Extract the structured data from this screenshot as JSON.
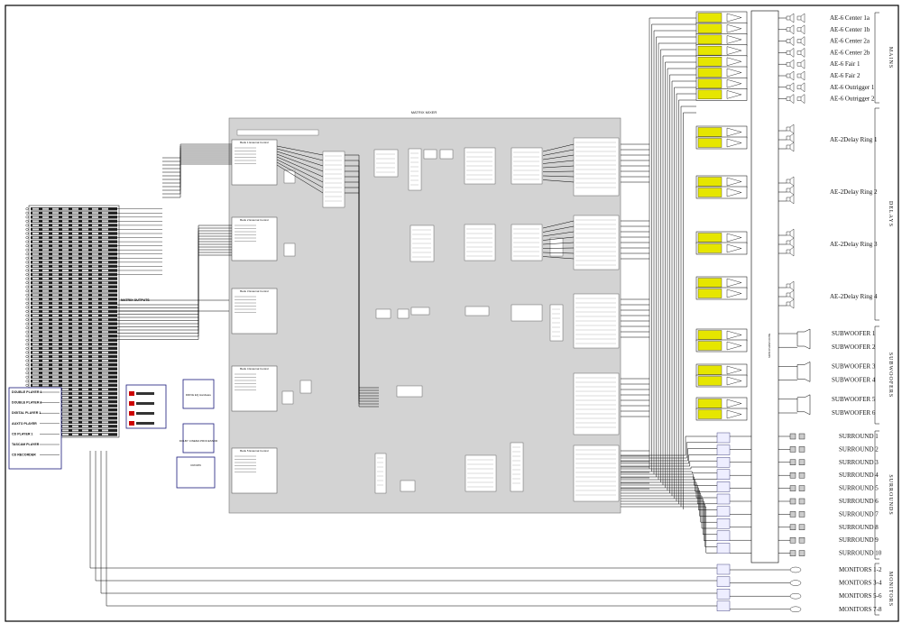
{
  "matrix": {
    "title": "MATRIX MIXER",
    "sections": [
      "Bank 1 External Control",
      "Bank 2 External Control",
      "Bank 3 External Control",
      "Bank 4 External Control",
      "Bank 5 External Control"
    ]
  },
  "sources": {
    "group_label": "MATRIX OUTPUTS",
    "inputs": [
      "DOUBLE PLAYER 1",
      "DOUBLE PLAYER 2",
      "DIGITAL PLAYER 1",
      "AUXTO PLAYER",
      "CD PLAYER 1",
      "TASCAM PLAYER",
      "CD RECORDER"
    ]
  },
  "mid_blocks": [
    "DRIVE EQ Hardware",
    "DOLBY CINEMA PROCESSOR",
    "CROWN"
  ],
  "mains": {
    "heading": "MAINS",
    "outputs": [
      "AE-6 Center 1a",
      "AE-6 Center 1b",
      "AE-6 Center 2a",
      "AE-6 Center 2b",
      "AE-6 Fair 1",
      "AE-6 Fair 2",
      "AE-6 Outrigger 1",
      "AE-6 Outrigger 2"
    ]
  },
  "delays": {
    "heading": "DELAYS",
    "outputs": [
      "AE-2Delay Ring 1",
      "AE-2Delay Ring 2",
      "AE-2Delay Ring 3",
      "AE-2Delay Ring 4"
    ]
  },
  "subs": {
    "heading": "SUBWOOFERS",
    "outputs": [
      "SUBWOOFER 1",
      "SUBWOOFER 2",
      "SUBWOOFER 3",
      "SUBWOOFER 4",
      "SUBWOOFER 5",
      "SUBWOOFER 6"
    ]
  },
  "surrounds": {
    "heading": "SURROUNDS",
    "outputs": [
      "SURROUND 1",
      "SURROUND 2",
      "SURROUND 3",
      "SURROUND 4",
      "SURROUND 5",
      "SURROUND 6",
      "SURROUND 7",
      "SURROUND 8",
      "SURROUND 9",
      "SURROUND 10"
    ]
  },
  "monitors": {
    "heading": "MONITORS",
    "outputs": [
      "MONITORS 1-2",
      "MONITORS 3-4",
      "MONITORS 5-6",
      "MONITORS 7-8"
    ]
  },
  "rack_label": "NEXO AMPLIFIERS"
}
